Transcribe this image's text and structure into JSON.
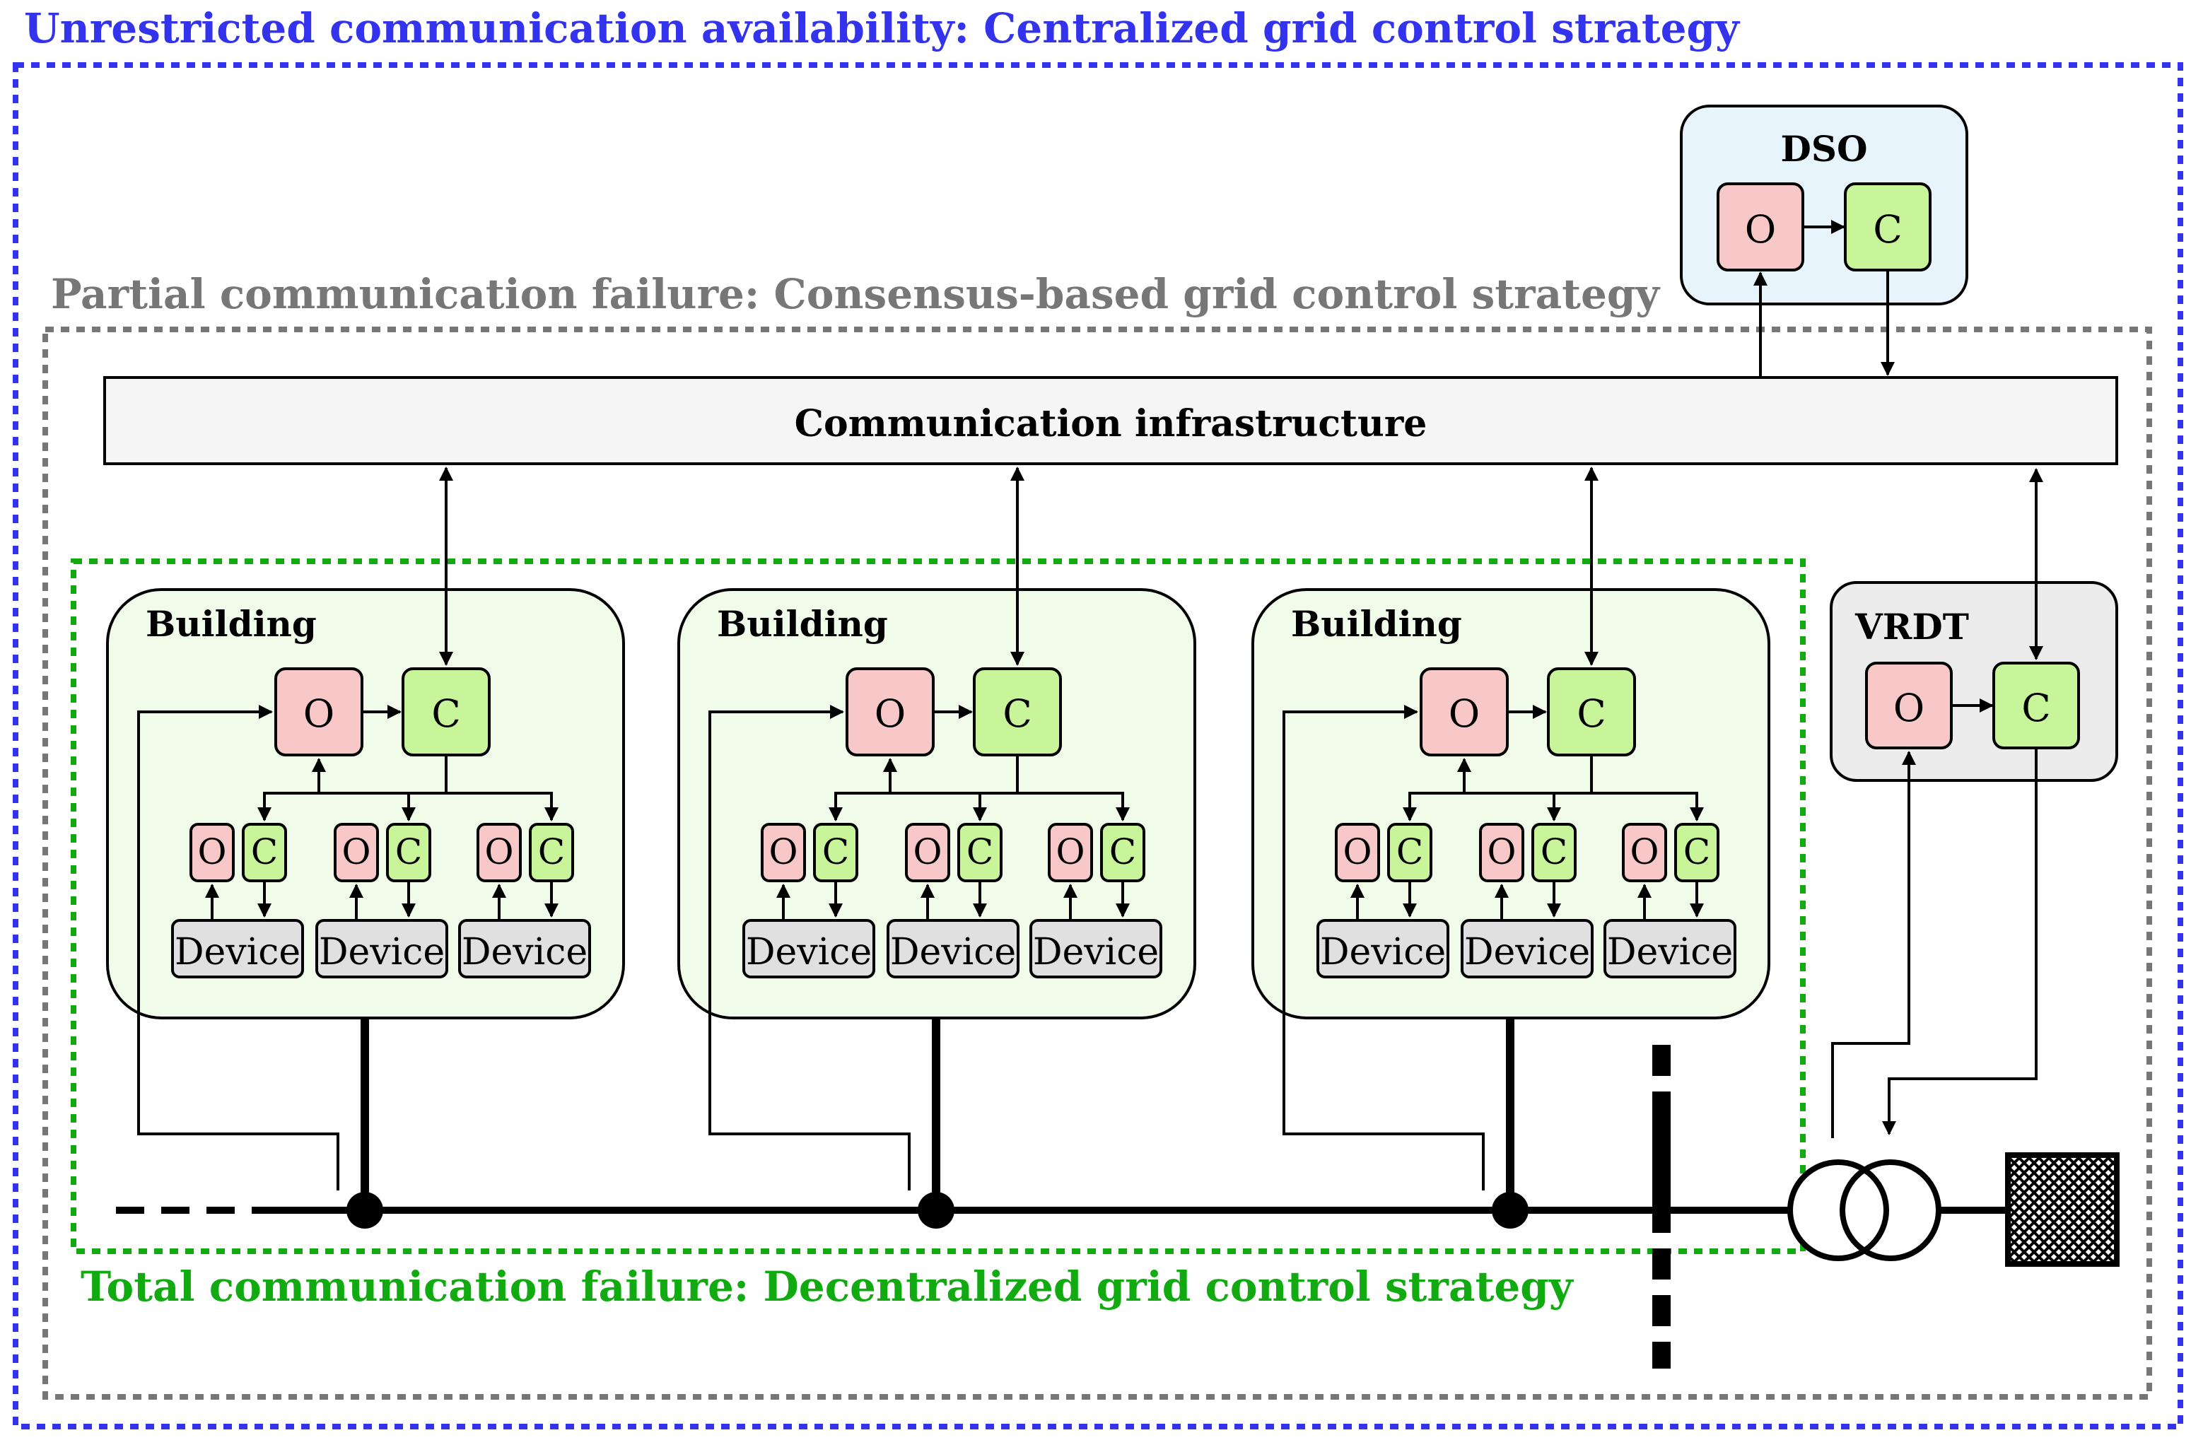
{
  "titles": {
    "unrestricted": "Unrestricted communication availability: Centralized grid control strategy",
    "partial": "Partial communication failure: Consensus-based grid control strategy",
    "total": "Total communication failure: Decentralized grid control strategy"
  },
  "comm_infrastructure": "Communication infrastructure",
  "dso": {
    "label": "DSO",
    "o": "O",
    "c": "C"
  },
  "vrdt": {
    "label": "VRDT",
    "o": "O",
    "c": "C"
  },
  "building": {
    "label": "Building",
    "o": "O",
    "c": "C",
    "device": "Device"
  },
  "colors": {
    "blue_border": "#3333ee",
    "gray_border": "#777777",
    "green_border": "#11aa11",
    "o_fill": "#f8c8c8",
    "c_fill": "#c8f59a",
    "building_fill": "#f1fbea",
    "dso_fill": "#e8f4fc",
    "vrdt_fill": "#ececec",
    "comm_fill": "#f5f5f5",
    "device_fill": "#e0e0e0"
  }
}
